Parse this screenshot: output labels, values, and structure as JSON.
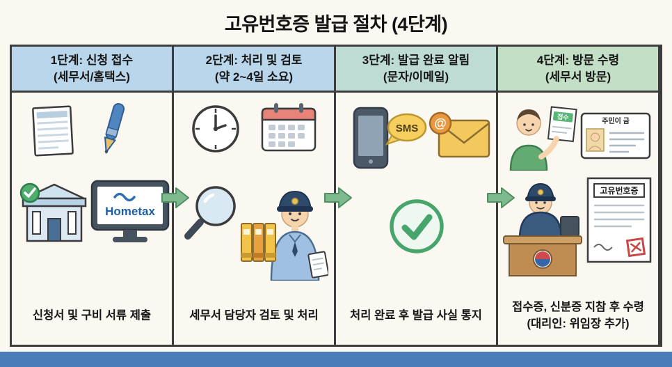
{
  "title": "고유번호증 발급 절차 (4단계)",
  "steps": [
    {
      "header_line1": "1단계: 신청 접수",
      "header_line2": "(세무서/홈택스)",
      "caption_line1": "신청서 및 구비 서류 제출",
      "caption_line2": "",
      "header_color": "#b9d6ea"
    },
    {
      "header_line1": "2단계: 처리 및 검토",
      "header_line2": "(약 2~4일 소요)",
      "caption_line1": "세무서 담당자 검토 및 처리",
      "caption_line2": "",
      "header_color": "#b9d6ea"
    },
    {
      "header_line1": "3단계: 발급 완료 알림",
      "header_line2": "(문자/이메일)",
      "caption_line1": "처리 완료 후 발급 사실 통지",
      "caption_line2": "",
      "header_color": "#bedbd6"
    },
    {
      "header_line1": "4단계: 방문 수령",
      "header_line2": "(세무서 방문)",
      "caption_line1": "접수증, 신분증 지참 후 수령",
      "caption_line2": "(대리인: 위임장 추가)",
      "header_color": "#c3dfc6"
    }
  ],
  "icon_labels": {
    "hometax": "Hometax",
    "sms": "SMS",
    "at": "@",
    "receipt_stamp": "접수",
    "id_card_title": "주민이 금",
    "certificate_title": "고유번호증"
  },
  "colors": {
    "arrow_green": "#7fba8e",
    "arrow_border": "#4f8f63",
    "bottom_bar": "#4a7cb9"
  }
}
